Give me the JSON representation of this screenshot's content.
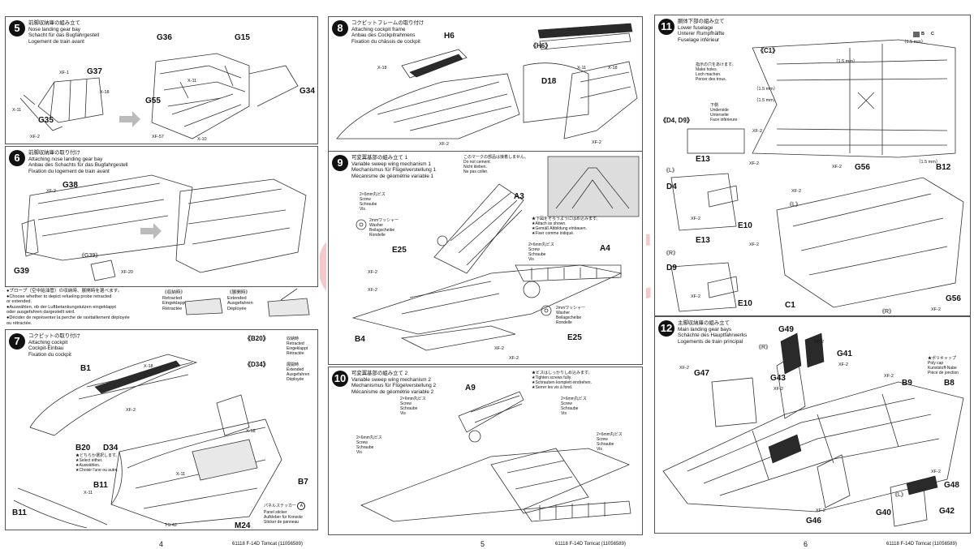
{
  "pages": [
    {
      "number": "4",
      "footer": "61118 F-14D Tomcat (11056589)"
    },
    {
      "number": "5",
      "footer": "61118 F-14D Tomcat (11056589)"
    },
    {
      "number": "6",
      "footer": "61118 F-14D Tomcat (11056589)"
    }
  ],
  "steps": {
    "s5": {
      "num": "5",
      "titles": [
        "前脚収納庫の組み立て",
        "Nose landing gear bay",
        "Schacht für das Bugfahrgestell",
        "Logement de train avant"
      ],
      "labels": {
        "g36": "G36",
        "g15": "G15",
        "g37": "G37",
        "g34": "G34",
        "g55": "G55",
        "g35": "G35"
      },
      "small": {
        "xf1": "XF-1",
        "xf2a": "XF-2",
        "x11a": "X-11",
        "x18": "X-18",
        "x11b": "X-11",
        "xf57": "XF-57",
        "x10": "X-10"
      }
    },
    "s6": {
      "num": "6",
      "titles": [
        "前脚収納庫の取り付け",
        "Attaching nose landing gear bay",
        "Anbau des Schachts für das Bugfahrgestell",
        "Fixation du logement de train avant"
      ],
      "labels": {
        "g38": "G38",
        "g39": "G39",
        "g39b": "《G39》"
      },
      "small": {
        "xf2": "XF-2",
        "xf20": "XF-20"
      }
    },
    "probe": {
      "lines": [
        "●プローブ（空中給油管）の収納時、展開時を選べます。",
        "●Choose whether to depict refueling probe retracted",
        "or extended.",
        "●Auswählen, ob der Luftbetankungstutzen eingeklappt",
        "oder ausgefahren dargestellt wird.",
        "●Décider de représenter la perche de ravitaillement déployée",
        "ou rétractée."
      ],
      "retracted": [
        "《収納時》",
        "Retracted",
        "Eingeklappt",
        "Rétractée"
      ],
      "extended": [
        "《展開時》",
        "Extended",
        "Ausgefahren",
        "Déployée"
      ]
    },
    "s7": {
      "num": "7",
      "titles": [
        "コクピットの取り付け",
        "Attaching cockpit",
        "Cockpit-Einbau",
        "Fixation du cockpit"
      ],
      "labels": {
        "b1": "B1",
        "b20": "B20",
        "d34": "D34",
        "b11": "B11",
        "b7": "B7",
        "m24": "M24",
        "b11b": "B11",
        "b20k": "《B20》",
        "d34k": "《D34》"
      },
      "small": {
        "x18": "X-18",
        "xf2": "XF-2",
        "x11": "X-11",
        "x11b": "X-11",
        "ts42": "TS-42",
        "x18b": "X-18"
      },
      "select": [
        "★どちらか選択します。",
        "★Select either.",
        "★Auswählen.",
        "★Choisir l'une ou autre."
      ],
      "retracted": [
        "収納時",
        "Retracted",
        "Eingeklappt",
        "Rétractée"
      ],
      "extended": [
        "展開時",
        "Extended",
        "Ausgefahren",
        "Déployée"
      ],
      "panel": [
        "パネルステッカー",
        "Panel sticker",
        "Aufkleber für Konsole",
        "Sticker de panneau"
      ],
      "sticker_letter": "A"
    },
    "s8": {
      "num": "8",
      "titles": [
        "コクピットフレームの取り付け",
        "Attaching cockpit frame",
        "Anbau des Cockpitrahmens",
        "Fixation du châssis de cockpit"
      ],
      "labels": {
        "h6": "H6",
        "h6k": "《H6》",
        "d18": "D18"
      },
      "small": {
        "x18": "X-18",
        "xf2": "XF-2",
        "x11": "X-11",
        "x18b": "X-18",
        "xf2b": "XF-2"
      }
    },
    "s9": {
      "num": "9",
      "titles": [
        "可変翼基部の組み立て 1",
        "Variable sweep wing mechanism 1",
        "Mechanismus für Flügelverstellung 1",
        "Mécanisme de géométrie variable 1"
      ],
      "nocement": [
        "このマークの部品は接着しません。",
        "Do not cement.",
        "Nicht kleben.",
        "Ne pas coller."
      ],
      "attach": [
        "★下図をそろうようにはめ込みます。",
        "★Attach as shown.",
        "★Gemäß Abbildung einbauen.",
        "★Fixer comme indiqué."
      ],
      "screw": [
        "2×6mm丸ビス",
        "Screw",
        "Schraube",
        "Vis"
      ],
      "screw2": [
        "2×6mm丸ビス",
        "Screw",
        "Schraube",
        "Vis"
      ],
      "washer": [
        "2mmワッシャー",
        "Washer",
        "Beilagscheibe",
        "Rondelle"
      ],
      "washer2": [
        "2mmワッシャー",
        "Washer",
        "Beilagscheibe",
        "Rondelle"
      ],
      "labels": {
        "a3": "A3",
        "a4": "A4",
        "e25": "E25",
        "e25b": "E25",
        "b4": "B4"
      },
      "small": {
        "xf2": "XF-2",
        "xf2b": "XF-2",
        "xf2c": "XF-2",
        "xf2d": "XF-2"
      }
    },
    "s10": {
      "num": "10",
      "titles": [
        "可変翼基部の組み立て 2",
        "Variable sweep wing mechanism 2",
        "Mechanismus für Flügelverstellung 2",
        "Mécanisme de géométrie variable 2"
      ],
      "tighten": [
        "★ビスはしっかりしめ込みます。",
        "★Tighten screws fully.",
        "★Schrauben komplett eindrehen.",
        "★Serrer les vis à fond."
      ],
      "screw_a": [
        "2×6mm丸ビス",
        "Screw",
        "Schraube",
        "Vis"
      ],
      "screw_b": [
        "2×6mm丸ビス",
        "Screw",
        "Schraube",
        "Vis"
      ],
      "screw_c": [
        "2×6mm丸ビス",
        "Screw",
        "Schraube",
        "Vis"
      ],
      "screw_d": [
        "2×6mm丸ビス",
        "Screw",
        "Schraube",
        "Vis"
      ],
      "labels": {
        "a9": "A9"
      }
    },
    "s11": {
      "num": "11",
      "titles": [
        "胴体下部の組み立て",
        "Lower fuselage",
        "Unterer Rumpfhälfte",
        "Fuselage inférieur"
      ],
      "holes": [
        "指示の穴をあけます。",
        "Make holes.",
        "Loch machen.",
        "Percer des trous."
      ],
      "underside": [
        "下側",
        "Underside",
        "Unterseite",
        "Face inférieure"
      ],
      "labels": {
        "c1": "《C1》",
        "d4d9": "《D4, D9》",
        "e13": "E13",
        "d4": "D4",
        "e10": "E10",
        "e13b": "E13",
        "d9": "D9",
        "e10b": "E10",
        "g56": "G56",
        "b12": "B12",
        "c1b": "C1",
        "g56b": "G56",
        "L": "《L》",
        "R": "《R》",
        "Lb": "《L》",
        "Rb": "《R》"
      },
      "small": {
        "xf2": "XF-2",
        "xf2b": "XF-2",
        "xf2c": "XF-2",
        "xf2d": "XF-2",
        "xf2e": "XF-2",
        "xf2f": "XF-2",
        "xf2g": "XF-2",
        "xf2h": "XF-2",
        "mm1": "（1.5 mm）",
        "mm2": "（1.5 mm）",
        "mm3": "（1.5 mm）",
        "mm4": "（1.5 mm）",
        "mm5": "（1.5 mm）",
        "B": "B",
        "C": "C"
      }
    },
    "s12": {
      "num": "12",
      "titles": [
        "主脚収納庫の組み立て",
        "Main landing gear bays",
        "Schächte des Hauptfahrwerks",
        "Logements de train principal"
      ],
      "polycap": [
        "★ポリキャップ",
        "Poly cap",
        "Kunststoff-Nabe",
        "Pièce de jonction"
      ],
      "labels": {
        "g49": "G49",
        "g47": "G47",
        "g41": "G41",
        "g43": "G43",
        "b9": "B9",
        "b8": "B8",
        "g48": "G48",
        "g40": "G40",
        "g42": "G42",
        "g46": "G46",
        "R": "《R》",
        "L": "《L》"
      },
      "small": {
        "xf2": "XF-2",
        "xf2b": "XF-2",
        "xf2c": "XF-2",
        "xf2d": "XF-2",
        "xf2e": "XF-2",
        "xf2f": "XF-2",
        "xf2g": "XF-2"
      }
    }
  },
  "watermark": "modelstrtkl.cz"
}
